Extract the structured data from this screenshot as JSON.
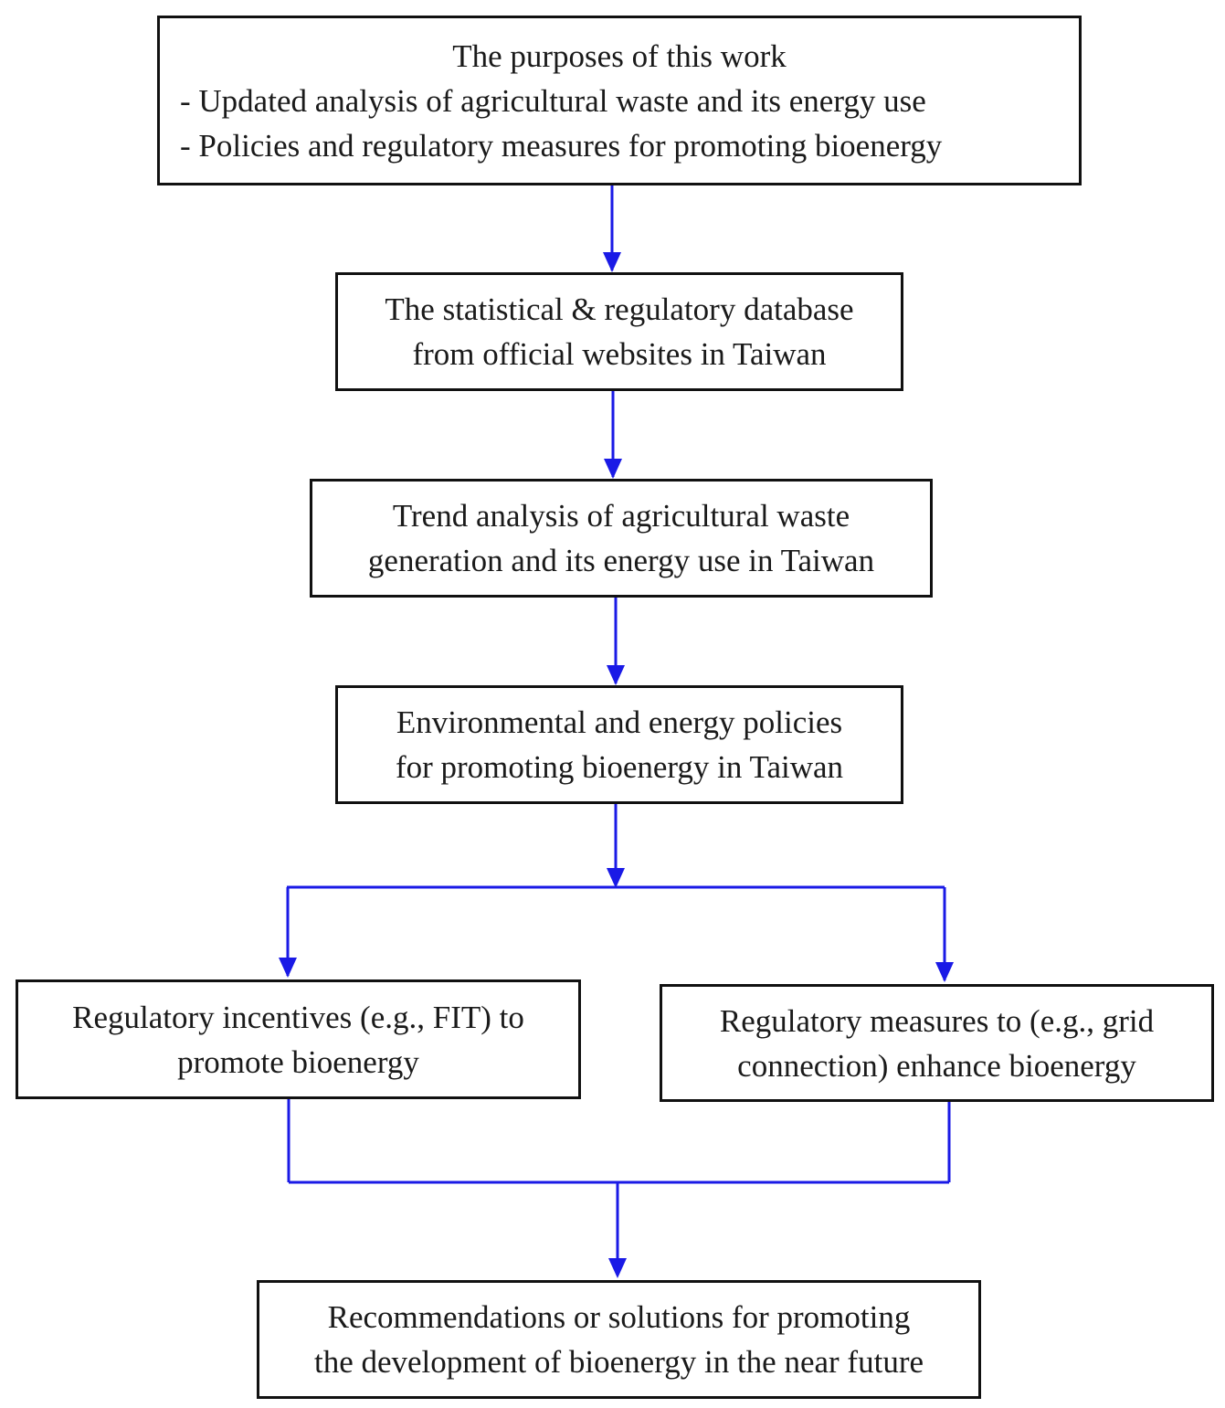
{
  "boxes": {
    "purposes": {
      "title": "The purposes of this work",
      "bullets": [
        "- Updated analysis of agricultural waste and its energy use",
        "- Policies and regulatory measures for promoting bioenergy"
      ]
    },
    "database": {
      "lines": [
        "The statistical & regulatory database",
        "from official websites in Taiwan"
      ]
    },
    "trend": {
      "lines": [
        "Trend analysis of agricultural waste",
        "generation and its energy use in Taiwan"
      ]
    },
    "policies": {
      "lines": [
        "Environmental and energy policies",
        "for promoting bioenergy in Taiwan"
      ]
    },
    "incentives": {
      "lines": [
        "Regulatory incentives (e.g., FIT) to",
        "promote bioenergy"
      ]
    },
    "measures": {
      "lines": [
        "Regulatory measures to (e.g., grid",
        "connection) enhance bioenergy"
      ]
    },
    "recommendations": {
      "lines": [
        "Recommendations or solutions for promoting",
        "the development of bioenergy in the near future"
      ]
    }
  },
  "colors": {
    "connector": "#1a1ae6",
    "border": "#111111"
  }
}
